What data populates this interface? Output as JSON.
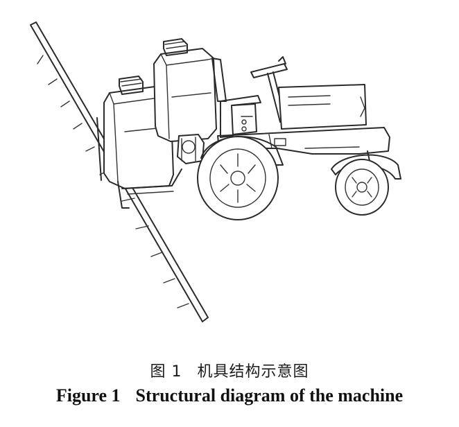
{
  "figure": {
    "caption_cn_label": "图 1",
    "caption_cn_text": "机具结构示意图",
    "caption_en_label": "Figure 1",
    "caption_en_text": "Structural diagram of the machine"
  }
}
